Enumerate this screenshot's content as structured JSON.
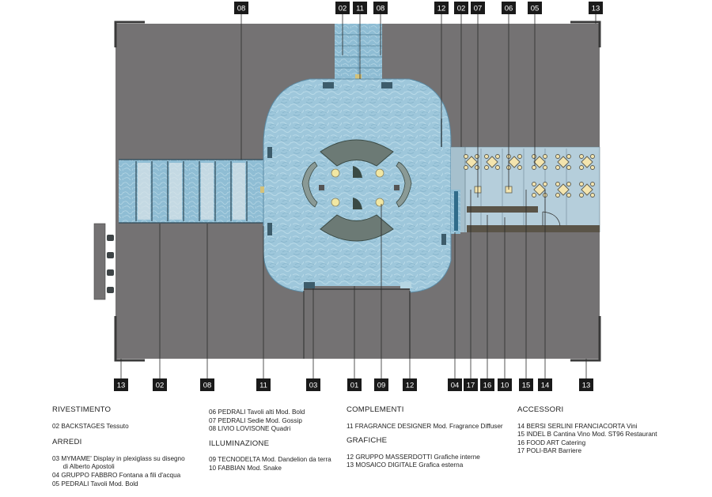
{
  "callouts_top": [
    {
      "label": "08"
    },
    {
      "label": "02"
    },
    {
      "label": "11"
    },
    {
      "label": "08"
    },
    {
      "label": "12"
    },
    {
      "label": "02"
    },
    {
      "label": "07"
    },
    {
      "label": "06"
    },
    {
      "label": "05"
    },
    {
      "label": "13"
    }
  ],
  "callouts_bottom": [
    {
      "label": "13"
    },
    {
      "label": "02"
    },
    {
      "label": "08"
    },
    {
      "label": "11"
    },
    {
      "label": "03"
    },
    {
      "label": "01"
    },
    {
      "label": "09"
    },
    {
      "label": "12"
    },
    {
      "label": "04"
    },
    {
      "label": "17"
    },
    {
      "label": "16"
    },
    {
      "label": "10"
    },
    {
      "label": "15"
    },
    {
      "label": "14"
    },
    {
      "label": "13"
    }
  ],
  "legend": {
    "col1": {
      "rivestimento_title": "RIVESTIMENTO",
      "rivestimento": [
        "02  BACKSTAGES Tessuto"
      ],
      "arredi_title": "ARREDI",
      "arredi": [
        "03  MYMAME' Display in plexiglass su disegno",
        "      di Alberto Apostoli",
        "04  GRUPPO FABBRO Fontana a fili d'acqua",
        "05  PEDRALI Tavoli Mod. Bold"
      ]
    },
    "col2": {
      "arredi_cont": [
        "06  PEDRALI Tavoli alti Mod. Bold",
        "07  PEDRALI Sedie Mod. Gossip",
        "08  LIVIO LOVISONE Quadri"
      ],
      "illuminazione_title": "ILLUMINAZIONE",
      "illuminazione": [
        "09  TECNODELTA Mod. Dandelion da terra",
        "10  FABBIAN Mod. Snake"
      ]
    },
    "col3": {
      "complementi_title": "COMPLEMENTI",
      "complementi": [
        "11  FRAGRANCE DESIGNER Mod. Fragrance Diffuser"
      ],
      "grafiche_title": "GRAFICHE",
      "grafiche": [
        "12  GRUPPO MASSERDOTTI Grafiche interne",
        "13  MOSAICO DIGITALE Grafica esterna"
      ]
    },
    "col4": {
      "accessori_title": "ACCESSORI",
      "accessori": [
        "14  BERSI SERLINI FRANCIACORTA Vini",
        "15  INDEL B Cantina Vino Mod. ST96 Restaurant",
        "16  FOOD ART Catering",
        "17  POLI-BAR Barriere"
      ]
    }
  },
  "colors": {
    "floor": "#747273",
    "water": "#9cc6da",
    "water_dark": "#6fa2bd",
    "callout_bg": "#1a1a1a",
    "callout_fg": "#ffffff",
    "furniture": "#6c7a75"
  }
}
